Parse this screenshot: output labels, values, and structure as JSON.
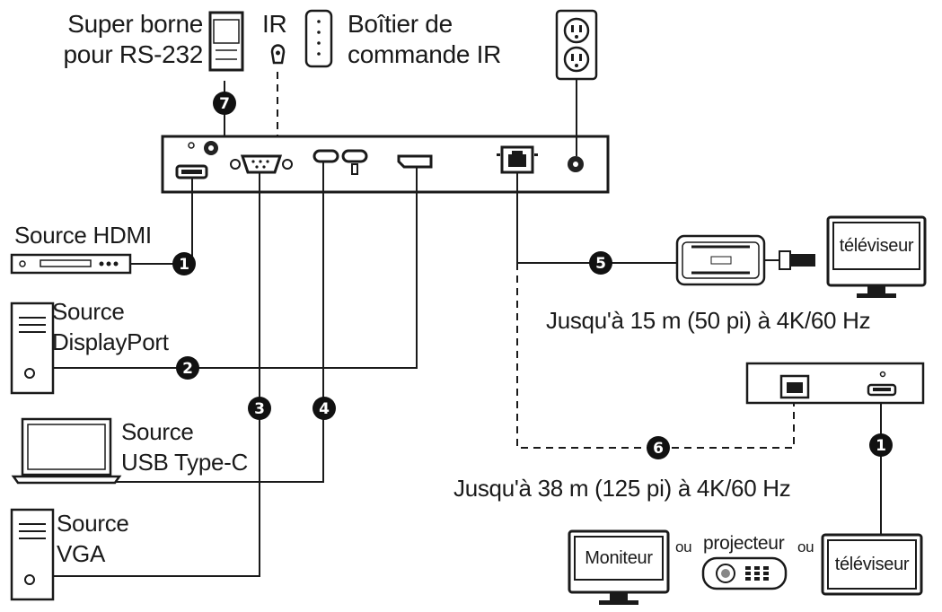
{
  "labels": {
    "rs232_line1": "Super borne",
    "rs232_line2": "pour RS-232",
    "ir": "IR",
    "ir_box_line1": "Boîtier de",
    "ir_box_line2": "commande IR",
    "source_hdmi": "Source HDMI",
    "source_dp_line1": "Source",
    "source_dp_line2": "DisplayPort",
    "source_usbc_line1": "Source",
    "source_usbc_line2": "USB Type-C",
    "source_vga_line1": "Source",
    "source_vga_line2": "VGA",
    "tv_top": "téléviseur",
    "range_15": "Jusqu'à 15 m (50 pi) à 4K/60 Hz",
    "range_38": "Jusqu'à 38 m (125 pi) à 4K/60 Hz",
    "monitor": "Moniteur",
    "ou_1": "ou",
    "projector": "projecteur",
    "ou_2": "ou",
    "tv_bottom": "téléviseur"
  },
  "badges": {
    "hdmi": "1",
    "displayport": "2",
    "vga": "3",
    "usbc": "4",
    "hdbaset_short": "5",
    "hdbaset_long": "6",
    "rs232": "7",
    "hdmi_out": "1"
  },
  "colors": {
    "line": "#1a1a1a",
    "badge": "#111111",
    "device_fill": "#ffffff",
    "port_fill": "#222222"
  }
}
